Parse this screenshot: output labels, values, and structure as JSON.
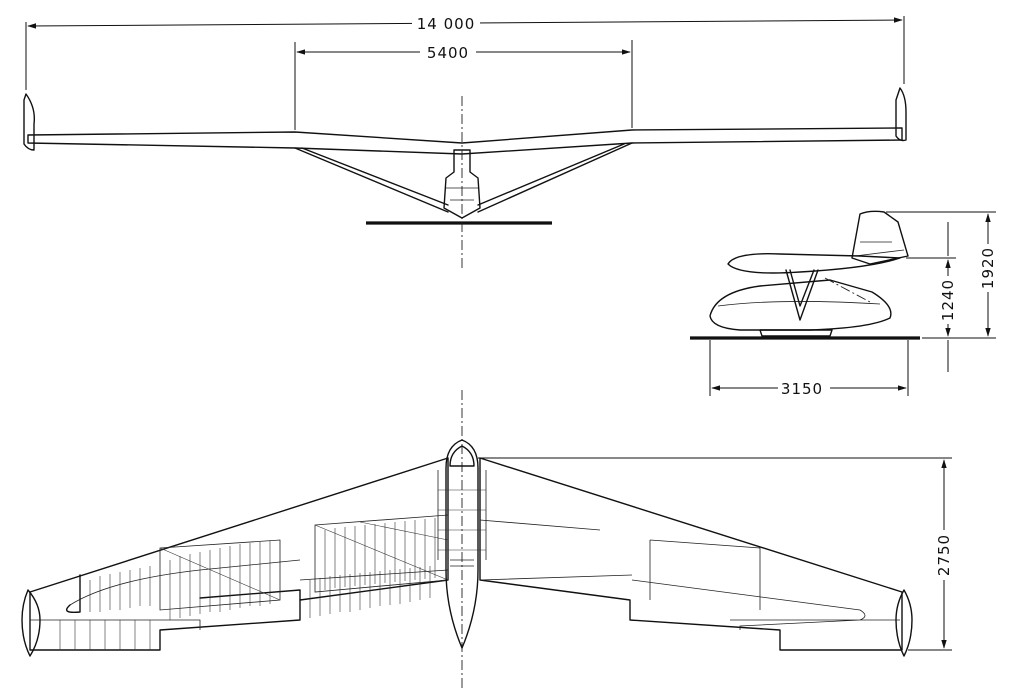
{
  "dimensions": {
    "total_span": "14 000",
    "center_span": "5400",
    "length": "3150",
    "height_total": "1920",
    "height_canopy": "1240",
    "plan_depth": "2750"
  },
  "colors": {
    "ink": "#111111",
    "paper": "#ffffff"
  }
}
